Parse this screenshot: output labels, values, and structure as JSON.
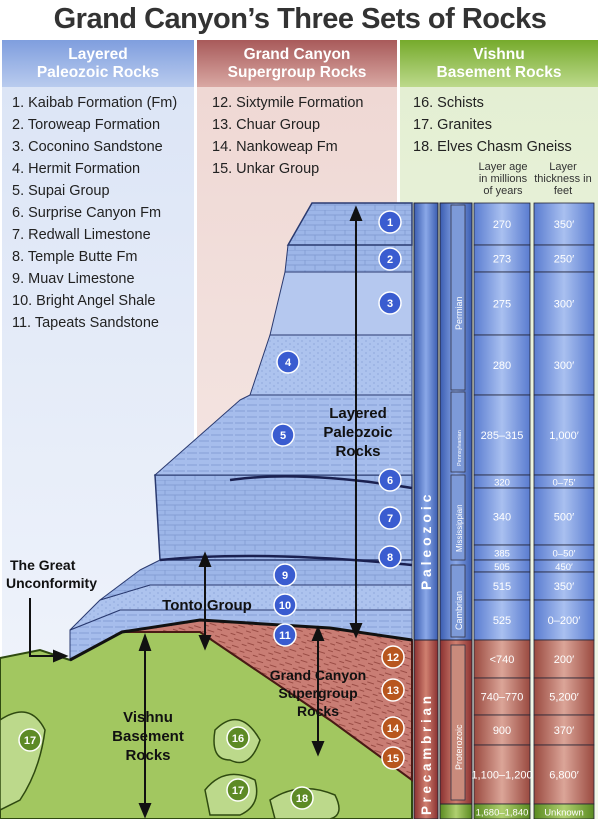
{
  "title": "Grand Canyon’s Three Sets of Rocks",
  "columns": [
    {
      "heading_line1": "Layered",
      "heading_line2": "Paleozoic Rocks",
      "color": "#8aa8e0",
      "items": [
        "1. Kaibab Formation (Fm)",
        "2. Toroweap Formation",
        "3. Coconino Sandstone",
        "4. Hermit Formation",
        "5. Supai Group",
        "6. Surprise Canyon Fm",
        "7. Redwall Limestone",
        "8. Temple Butte Fm",
        "9. Muav Limestone",
        "10. Bright Angel Shale",
        "11. Tapeats Sandstone"
      ]
    },
    {
      "heading_line1": "Grand Canyon",
      "heading_line2": "Supergroup Rocks",
      "color": "#b86a6a",
      "items": [
        "12. Sixtymile Formation",
        "13. Chuar Group",
        "14. Nankoweap Fm",
        "15. Unkar Group"
      ]
    },
    {
      "heading_line1": "Vishnu",
      "heading_line2": "Basement Rocks",
      "color": "#86b83c",
      "items": [
        "16. Schists",
        "17. Granites",
        "18. Elves Chasm Gneiss"
      ]
    }
  ],
  "table_headers": {
    "age": "Layer age in millions of years",
    "thickness": "Layer thickness in feet"
  },
  "eras": {
    "paleozoic": "P a l e o z o i c",
    "precambrian": "P r e c a m b r i a n"
  },
  "periods": {
    "permian": "Permian",
    "pennsylvanian": "Pennsylvanian",
    "mississippian": "Mississippian",
    "cambrian": "Cambrian",
    "proterozoic": "Proterozoic"
  },
  "layers": [
    {
      "num": "1",
      "age": "270",
      "thickness": "350′"
    },
    {
      "num": "2",
      "age": "273",
      "thickness": "250′"
    },
    {
      "num": "3",
      "age": "275",
      "thickness": "300′"
    },
    {
      "num": "4",
      "age": "280",
      "thickness": "300′"
    },
    {
      "num": "5",
      "age": "285–315",
      "thickness": "1,000′"
    },
    {
      "num": "6",
      "age": "320",
      "thickness": "0–75′"
    },
    {
      "num": "7",
      "age": "340",
      "thickness": "500′"
    },
    {
      "num": "8",
      "age": "385",
      "thickness": "0–50′"
    },
    {
      "num": "9",
      "age": "505",
      "thickness": "450′"
    },
    {
      "num": "10",
      "age": "515",
      "thickness": "350′"
    },
    {
      "num": "11",
      "age": "525",
      "thickness": "0–200′"
    },
    {
      "num": "12",
      "age": "<740",
      "thickness": "200′"
    },
    {
      "num": "13",
      "age": "740–770",
      "thickness": "5,200′"
    },
    {
      "num": "14",
      "age": "900",
      "thickness": "370′"
    },
    {
      "num": "15",
      "age": "1,100–1,200",
      "thickness": "6,800′"
    },
    {
      "num": "16-18",
      "age": "1,680–1,840",
      "thickness": "Unknown"
    }
  ],
  "diagram_labels": {
    "great_unconformity_1": "The Great",
    "great_unconformity_2": "Unconformity",
    "layered_1": "Layered",
    "layered_2": "Paleozoic",
    "layered_3": "Rocks",
    "tonto": "Tonto Group",
    "supergroup_1": "Grand Canyon",
    "supergroup_2": "Supergroup",
    "supergroup_3": "Rocks",
    "vishnu_1": "Vishnu",
    "vishnu_2": "Basement",
    "vishnu_3": "Rocks",
    "vishnu_markers": [
      "16",
      "17",
      "17",
      "18"
    ]
  }
}
